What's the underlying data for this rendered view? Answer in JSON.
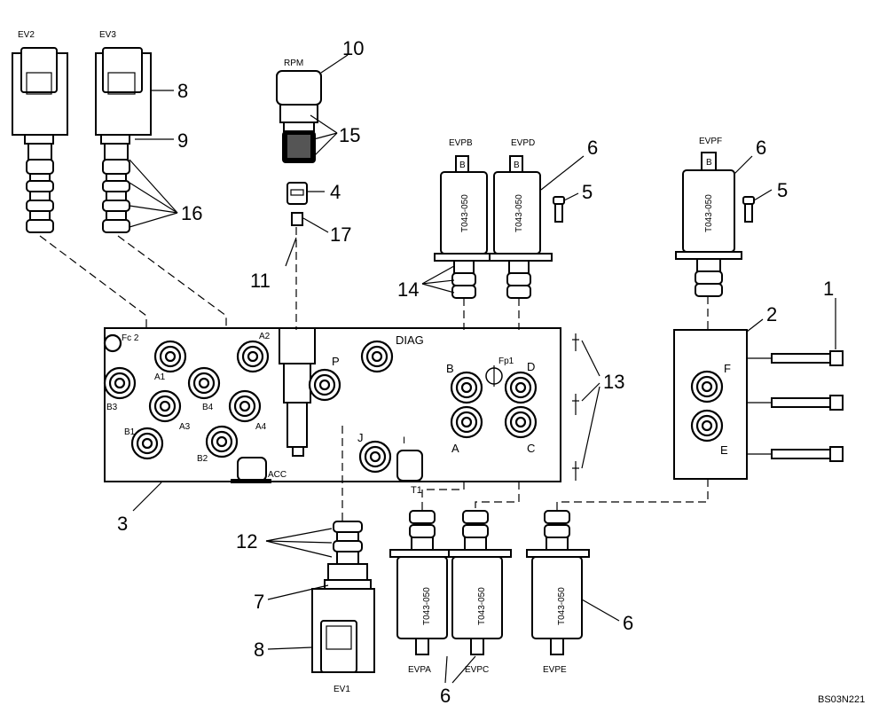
{
  "callouts": {
    "c1": "1",
    "c2": "2",
    "c3": "3",
    "c4": "4",
    "c5a": "5",
    "c5b": "5",
    "c6a": "6",
    "c6b": "6",
    "c6c": "6",
    "c6d": "6",
    "c7": "7",
    "c8a": "8",
    "c8b": "8",
    "c9": "9",
    "c10": "10",
    "c11": "11",
    "c12": "12",
    "c13": "13",
    "c14": "14",
    "c15": "15",
    "c16": "16",
    "c17": "17"
  },
  "labels": {
    "ev2": "EV2",
    "ev3": "EV3",
    "rpm": "RPM",
    "evpb": "EVPB",
    "evpd": "EVPD",
    "evpf": "EVPF",
    "evpa": "EVPA",
    "evpc": "EVPC",
    "evpe": "EVPE",
    "ev1": "EV1",
    "coil_code": "T043-050",
    "coil_tab": "B",
    "diag": "DIAG",
    "p": "P",
    "j": "J",
    "i": "I",
    "b": "B",
    "d": "D",
    "a": "A",
    "c": "C",
    "fp1": "Fp1",
    "f": "F",
    "e": "E",
    "t1": "T1",
    "acc": "ACC",
    "fc2": "Fc 2",
    "a1": "A1",
    "a2": "A2",
    "a3": "A3",
    "a4": "A4",
    "b1": "B1",
    "b2": "B2",
    "b3": "B3",
    "b4": "B4",
    "ref": "BS03N221"
  }
}
